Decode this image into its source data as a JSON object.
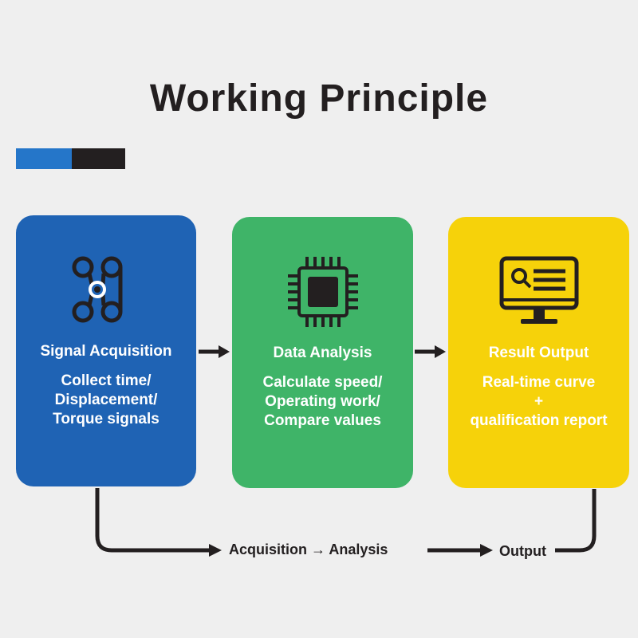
{
  "title": "Working Principle",
  "colors": {
    "background": "#efefef",
    "accent_blue": "#2576c9",
    "accent_black": "#231f20",
    "card_blue": "#1f63b4",
    "card_green": "#3fb468",
    "card_yellow": "#f6d20a",
    "icon_dark": "#231f20"
  },
  "steps": [
    {
      "title": "Signal Acquisition",
      "description": [
        "Collect time/",
        "Displacement/",
        "Torque signals"
      ],
      "icon": "node-network-icon"
    },
    {
      "title": "Data Analysis",
      "description": [
        "Calculate speed/",
        "Operating work/",
        "Compare values"
      ],
      "icon": "processor-chip-icon"
    },
    {
      "title": "Result Output",
      "description": [
        "Real-time curve",
        "+",
        "qualification report"
      ],
      "icon": "monitor-report-icon"
    }
  ],
  "flow": {
    "label_main": "Acquisition → Analysis",
    "label_end": "Output"
  }
}
